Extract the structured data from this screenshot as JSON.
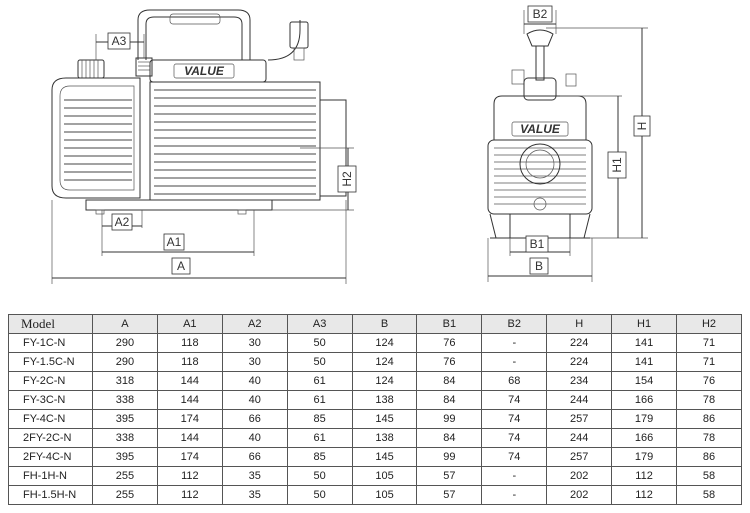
{
  "drawing": {
    "brand": "VALUE",
    "dimension_labels": {
      "A": "A",
      "A1": "A1",
      "A2": "A2",
      "A3": "A3",
      "B": "B",
      "B1": "B1",
      "B2": "B2",
      "H": "H",
      "H1": "H1",
      "H2": "H2"
    }
  },
  "table": {
    "headers": [
      "Model",
      "A",
      "A1",
      "A2",
      "A3",
      "B",
      "B1",
      "B2",
      "H",
      "H1",
      "H2"
    ],
    "rows": [
      [
        "FY-1C-N",
        "290",
        "118",
        "30",
        "50",
        "124",
        "76",
        "-",
        "224",
        "141",
        "71"
      ],
      [
        "FY-1.5C-N",
        "290",
        "118",
        "30",
        "50",
        "124",
        "76",
        "-",
        "224",
        "141",
        "71"
      ],
      [
        "FY-2C-N",
        "318",
        "144",
        "40",
        "61",
        "124",
        "84",
        "68",
        "234",
        "154",
        "76"
      ],
      [
        "FY-3C-N",
        "338",
        "144",
        "40",
        "61",
        "138",
        "84",
        "74",
        "244",
        "166",
        "78"
      ],
      [
        "FY-4C-N",
        "395",
        "174",
        "66",
        "85",
        "145",
        "99",
        "74",
        "257",
        "179",
        "86"
      ],
      [
        "2FY-2C-N",
        "338",
        "144",
        "40",
        "61",
        "138",
        "84",
        "74",
        "244",
        "166",
        "78"
      ],
      [
        "2FY-4C-N",
        "395",
        "174",
        "66",
        "85",
        "145",
        "99",
        "74",
        "257",
        "179",
        "86"
      ],
      [
        "FH-1H-N",
        "255",
        "112",
        "35",
        "50",
        "105",
        "57",
        "-",
        "202",
        "112",
        "58"
      ],
      [
        "FH-1.5H-N",
        "255",
        "112",
        "35",
        "50",
        "105",
        "57",
        "-",
        "202",
        "112",
        "58"
      ]
    ]
  }
}
